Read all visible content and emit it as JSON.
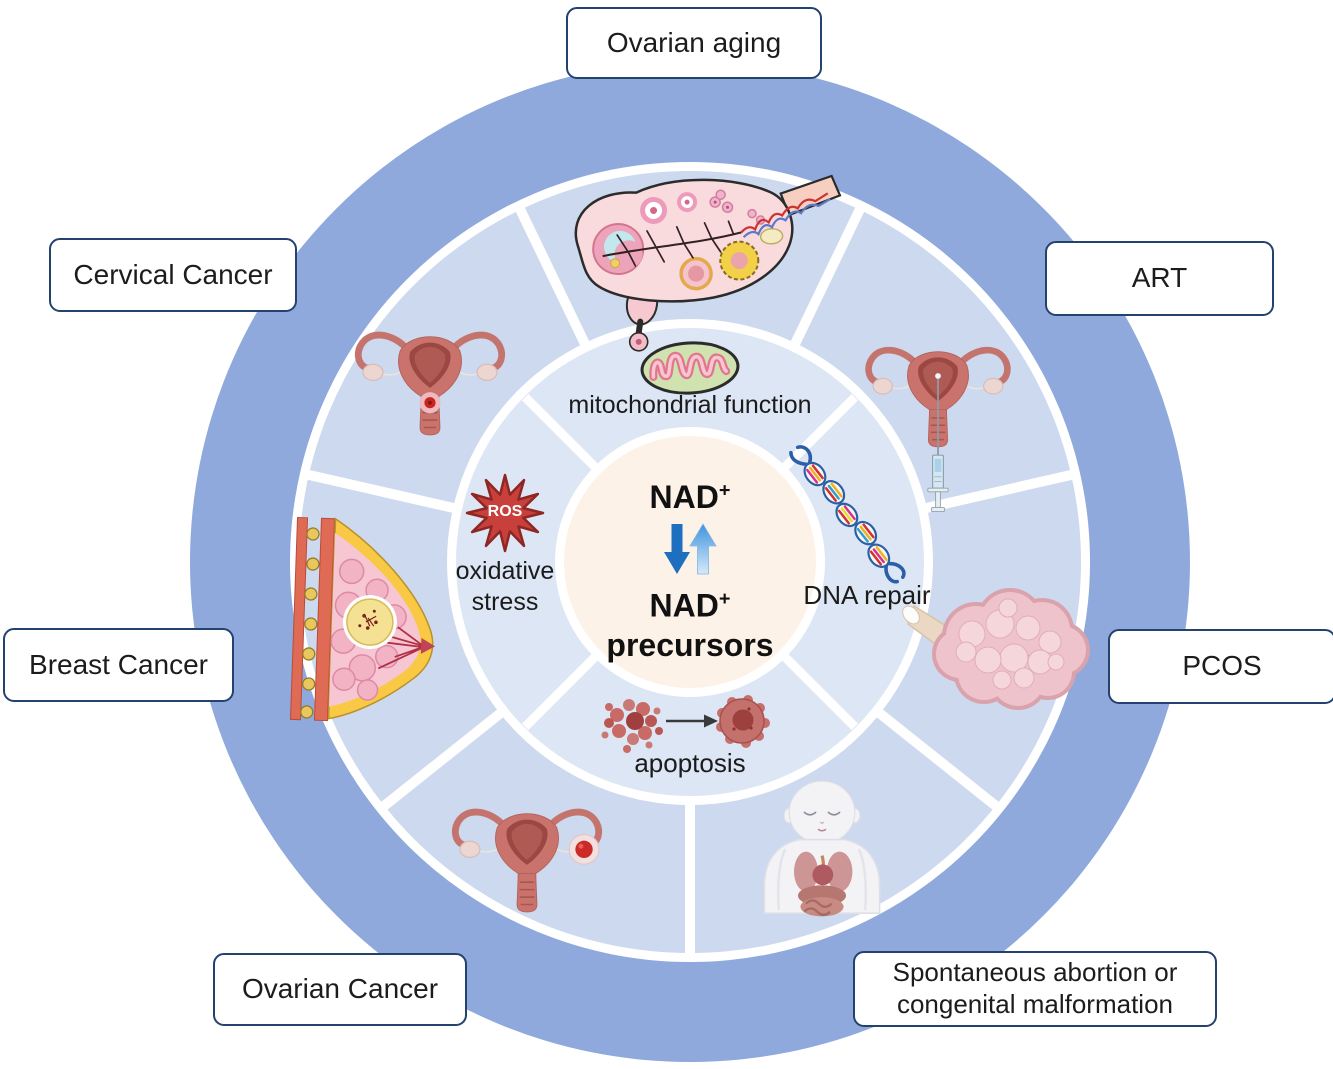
{
  "center": {
    "nad": "NAD",
    "plus": "+",
    "precursors_word": "precursors"
  },
  "inner_ring": {
    "mitochondrial_function": "mitochondrial function",
    "oxidative_line1": "oxidative",
    "oxidative_line2": "stress",
    "ros": "ROS",
    "dna_repair": "DNA repair",
    "apoptosis": "apoptosis"
  },
  "outer_labels": {
    "ovarian_aging": "Ovarian aging",
    "cervical_cancer": "Cervical Cancer",
    "art": "ART",
    "breast_cancer": "Breast Cancer",
    "pcos": "PCOS",
    "ovarian_cancer": "Ovarian Cancer",
    "spontaneous_line1": "Spontaneous abortion or",
    "spontaneous_line2": "congenital malformation"
  },
  "icons": {
    "center_arrows": "exchange-arrows-icon",
    "inner_top": "mitochondrion-icon",
    "inner_right": "dna-helix-icon",
    "inner_bottom": "apoptosis-cells-icon",
    "inner_left": "ros-starburst-icon",
    "segment_illustrations": [
      "ovary-cross-section",
      "uterus-with-syringe",
      "polycystic-ovary",
      "fetus-with-organs",
      "uterus-with-ovarian-tumor",
      "breast-cross-section",
      "uterus-with-cervical-lesion"
    ]
  },
  "colors": {
    "outer_ring_blue": "#8fa9dc",
    "middle_ring_blue": "#ccd9ee",
    "inner_ring_blue": "#dde6f4",
    "center_cream": "#fdf2e8",
    "label_border_navy": "#24426e",
    "ros_red": "#c8403c",
    "arrow_down_blue": "#1e6fc0"
  }
}
